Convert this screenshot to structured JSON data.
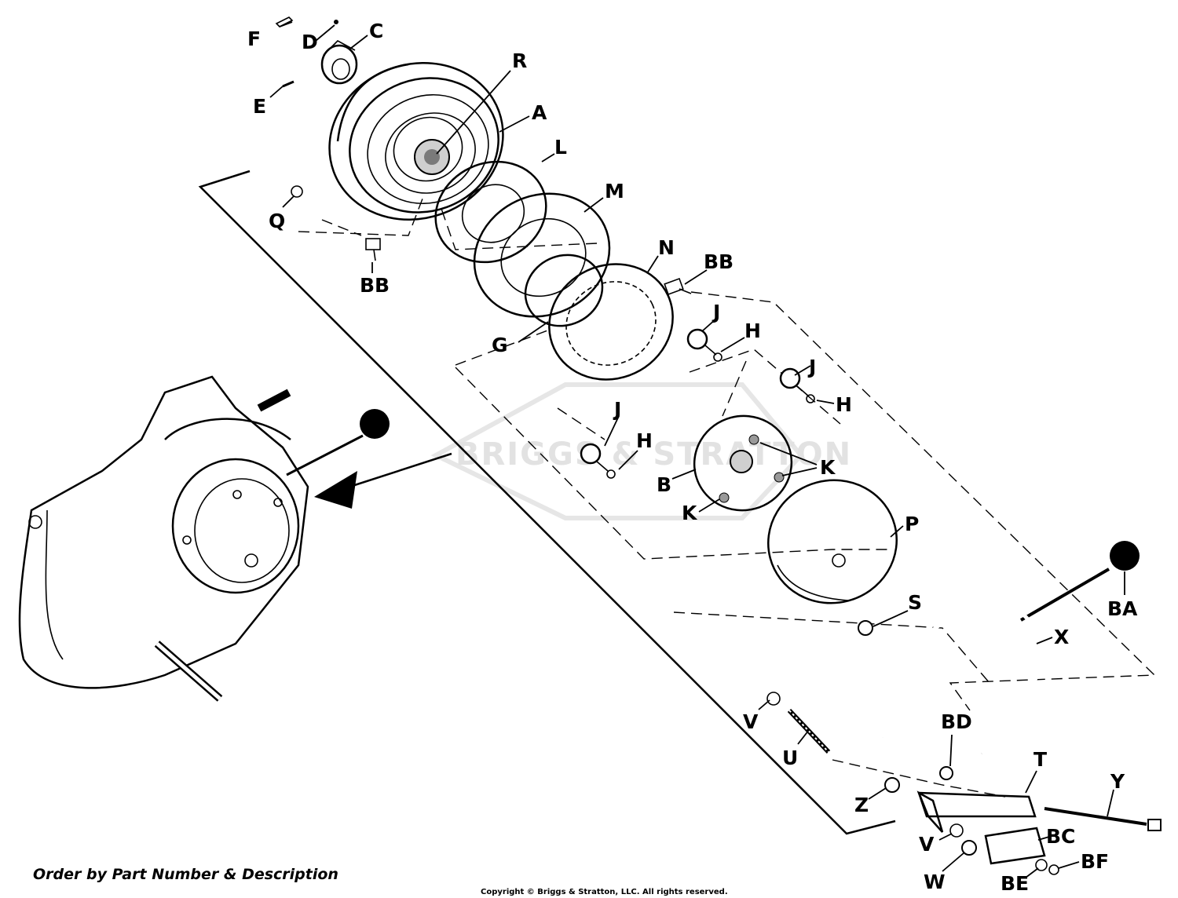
{
  "labels": {
    "F": "F",
    "D": "D",
    "C": "C",
    "R": "R",
    "E": "E",
    "A": "A",
    "L": "L",
    "M": "M",
    "Q": "Q",
    "BB1": "BB",
    "N": "N",
    "BB2": "BB",
    "J1": "J",
    "H1": "H",
    "G": "G",
    "J2": "J",
    "H2": "H",
    "J3": "J",
    "H3": "H",
    "K1": "K",
    "B": "B",
    "K2": "K",
    "P": "P",
    "BA": "BA",
    "S": "S",
    "X": "X",
    "V1": "V",
    "BD": "BD",
    "U": "U",
    "T": "T",
    "Y": "Y",
    "Z": "Z",
    "BC": "BC",
    "V2": "V",
    "BF": "BF",
    "W": "W",
    "BE": "BE"
  },
  "watermark": "BRIGGS & STRATTON",
  "footer": {
    "order_text": "Order by Part Number & Description",
    "copyright": "Copyright © Briggs & Stratton, LLC. All rights reserved."
  },
  "colors": {
    "ink": "#000000",
    "paper": "#ffffff",
    "watermark": "#e2e2e2"
  }
}
